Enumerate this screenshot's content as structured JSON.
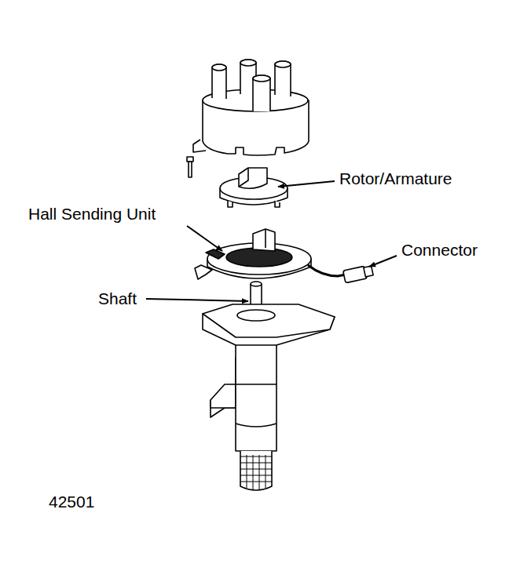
{
  "diagram": {
    "labels": [
      "Rotor/Armature",
      "Hall Sending Unit",
      "Connector",
      "Shaft",
      "42501"
    ]
  }
}
